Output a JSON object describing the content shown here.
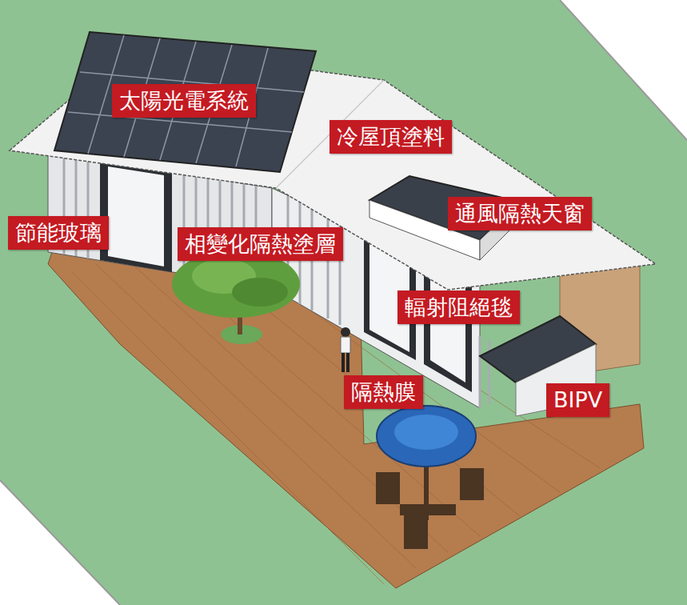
{
  "diagram": {
    "nodes": [
      {
        "text": [
          "太陽光電系統"
        ]
      },
      {
        "text": [
          "冷屋頂塗料"
        ]
      },
      {
        "text": [
          "通風隔熱天窗"
        ]
      },
      {
        "text": [
          "節能玻璃"
        ]
      },
      {
        "text": [
          "相變化隔熱塗層"
        ]
      },
      {
        "text": [
          "輻射阻絕毯"
        ]
      },
      {
        "text": [
          "隔熱膜"
        ]
      },
      {
        "text": [
          "BIPV"
        ]
      }
    ]
  }
}
